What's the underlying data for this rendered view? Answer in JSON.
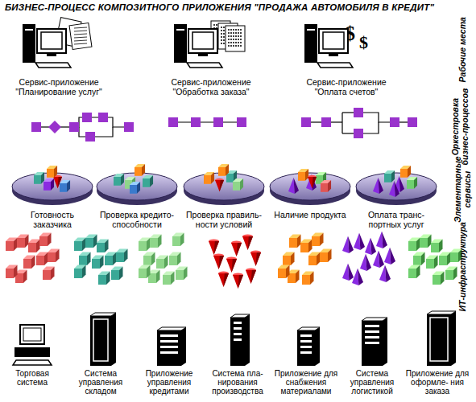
{
  "diagram": {
    "title": "БИЗНЕС-ПРОЦЕСС КОМПОЗИТНОГО ПРИЛОЖЕНИЯ \"ПРОДАЖА АВТОМОБИЛЯ В КРЕДИТ\"",
    "labels": [
      "Сервис-приложение \"Планирование услуг\"",
      "Сервис-приложение \"Обработка заказа\"",
      "Сервис-приложение \"Оплата счетов\"",
      "Рабочие места",
      "Оркестровка бизнес-процессов",
      "Элементарные сервисы",
      "ИТ-инфраструктура",
      "Готовность заказчика",
      "Проверка кредито- способности",
      "Проверка правиль- ности условий",
      "Наличие продукта",
      "Оплата транс- портных услуг",
      "Торговая система",
      "Система управления складом",
      "Приложение управления кредитами",
      "Система пла- нирования производства",
      "Приложение для снабжения материалами",
      "Система управления логистикой",
      "Приложение для оформле- ния заказа"
    ]
  }
}
